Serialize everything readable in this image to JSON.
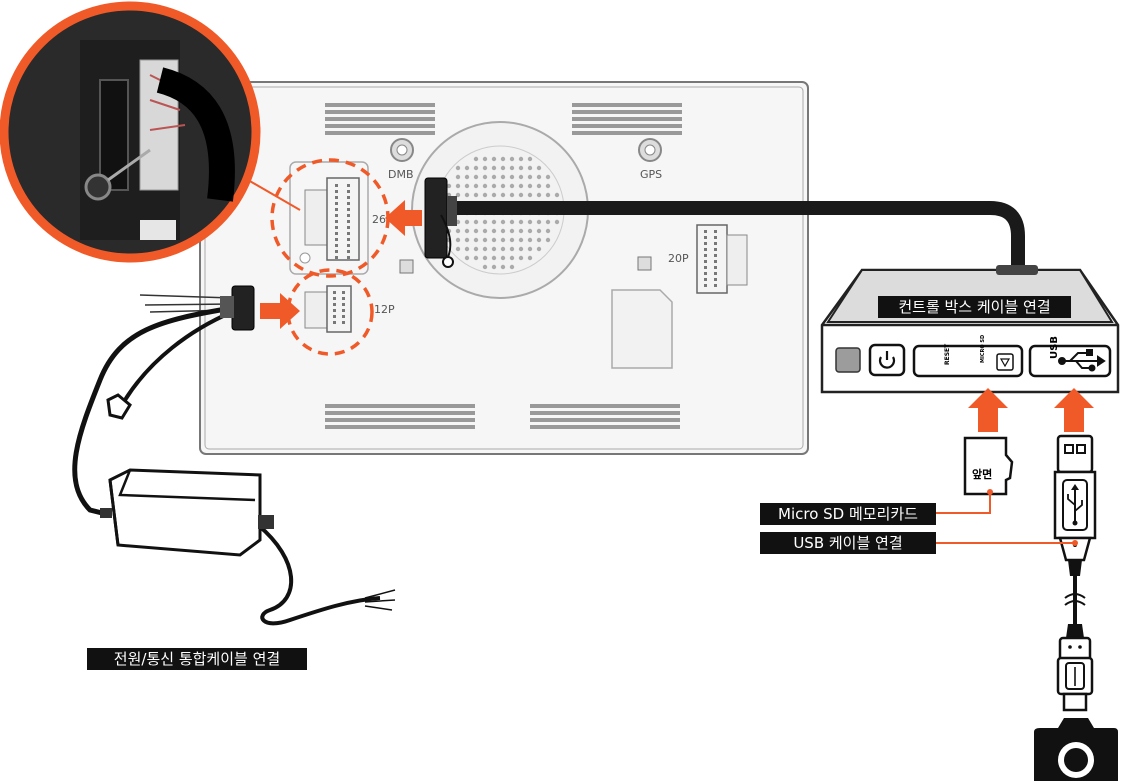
{
  "labels": {
    "control_box_cable": "컨트롤 박스 케이블 연결",
    "microsd_card": "Micro SD 메모리카드",
    "usb_cable": "USB 케이블 연결",
    "power_comm_cable": "전원/통신 통합케이블 연결"
  },
  "board": {
    "dmb": "DMB",
    "gps": "GPS",
    "connector_26": "26",
    "connector_20p": "20P",
    "connector_12p": "12P"
  },
  "control_box": {
    "reset": "RESET",
    "micro_sd": "MICRO SD",
    "usb": "USB"
  },
  "sd_card": {
    "front": "앞면"
  },
  "colors": {
    "accent": "#f05a28",
    "dark": "#111111"
  }
}
